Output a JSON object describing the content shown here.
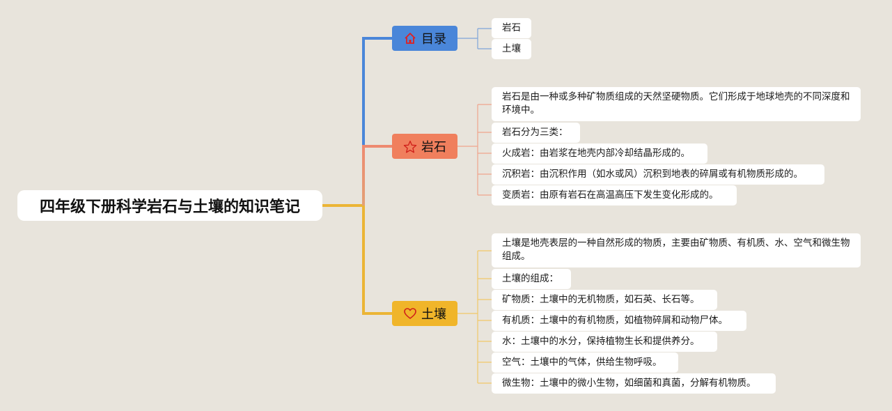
{
  "root": {
    "title": "四年级下册科学岩石与土壤的知识笔记"
  },
  "colors": {
    "background": "#e8e4dc",
    "toc": "#4a86d9",
    "rock": "#f07f5d",
    "soil": "#f0b52a",
    "root_line": "#ebb536"
  },
  "branches": [
    {
      "label": "目录",
      "icon": "home-icon",
      "items": [
        "岩石",
        "土壤"
      ]
    },
    {
      "label": "岩石",
      "icon": "star-icon",
      "items": [
        "岩石是由一种或多种矿物质组成的天然坚硬物质。它们形成于地球地壳的不同深度和环境中。",
        "岩石分为三类：",
        "火成岩：由岩浆在地壳内部冷却结晶形成的。",
        "沉积岩：由沉积作用（如水或风）沉积到地表的碎屑或有机物质形成的。",
        "变质岩：由原有岩石在高温高压下发生变化形成的。"
      ]
    },
    {
      "label": "土壤",
      "icon": "heart-icon",
      "items": [
        "土壤是地壳表层的一种自然形成的物质，主要由矿物质、有机质、水、空气和微生物组成。",
        "土壤的组成：",
        "矿物质：土壤中的无机物质，如石英、长石等。",
        "有机质：土壤中的有机物质，如植物碎屑和动物尸体。",
        "水：土壤中的水分，保持植物生长和提供养分。",
        "空气：土壤中的气体，供给生物呼吸。",
        "微生物：土壤中的微小生物，如细菌和真菌，分解有机物质。"
      ]
    }
  ]
}
